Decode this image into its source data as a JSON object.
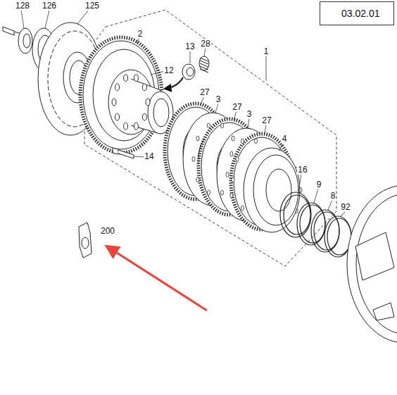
{
  "diagram": {
    "nodes": [
      {
        "text": [
          "03.02.01"
        ]
      }
    ],
    "labels": [
      "128",
      "126",
      "125",
      "2",
      "13",
      "28",
      "1",
      "12",
      "27",
      "3",
      "27",
      "3",
      "27",
      "4",
      "14",
      "16",
      "9",
      "8",
      "92",
      "200"
    ]
  }
}
